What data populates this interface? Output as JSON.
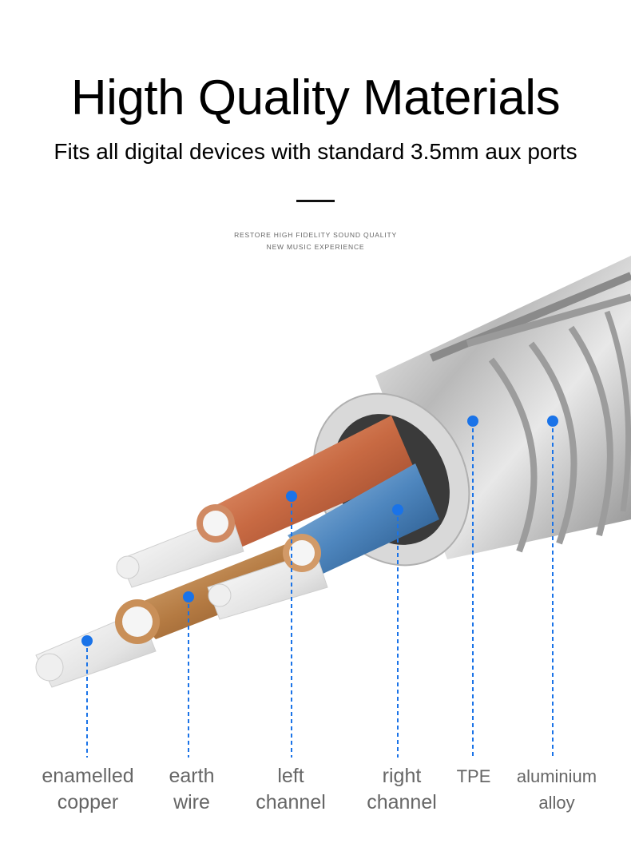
{
  "header": {
    "title": "Higth Quality Materials",
    "subtitle": "Fits all digital devices with standard 3.5mm aux ports"
  },
  "tagline": {
    "line1": "RESTORE HIGH FIDELITY SOUND QUALITY",
    "line2": "NEW MUSIC EXPERIENCE"
  },
  "callouts": [
    {
      "line1": "enamelled",
      "line2": "copper"
    },
    {
      "line1": "earth",
      "line2": "wire"
    },
    {
      "line1": "left",
      "line2": "channel"
    },
    {
      "line1": "right",
      "line2": "channel"
    },
    {
      "line1": "TPE",
      "line2": ""
    },
    {
      "line1": "aluminium",
      "line2": "alloy"
    }
  ],
  "colors": {
    "accent_dot": "#1a73e8",
    "label_text": "#666666"
  }
}
